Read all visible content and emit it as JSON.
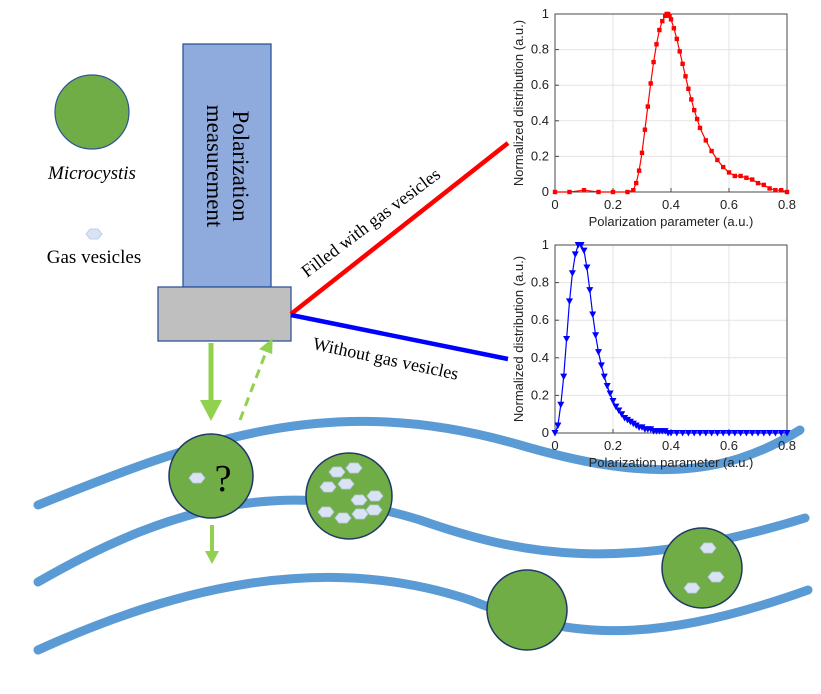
{
  "legend": {
    "microcystis_label": "Microcystis",
    "gas_vesicles_label": "Gas vesicles"
  },
  "instrument": {
    "title_line1": "Polarization",
    "title_line2": "measurement"
  },
  "branches": {
    "filled_label": "Filled with gas vesicles",
    "without_label": "Without gas vesicles"
  },
  "unknown_cell": {
    "symbol": "?"
  },
  "colors": {
    "cell_green": "#70ad47",
    "channel_blue": "#5b9bd5",
    "instrument_blue": "#8faadc",
    "sensor_gray": "#bfbfbf",
    "arrow_green": "#92d050",
    "filled_line": "#ff0000",
    "without_line": "#0000ff",
    "vesicle_fill": "#dae3f3"
  },
  "chart_data": [
    {
      "type": "line",
      "title": "",
      "xlabel": "Polarization parameter  (a.u.)",
      "ylabel": "Normalized distribution (a.u.)",
      "xlim": [
        0,
        0.8
      ],
      "ylim": [
        0,
        1
      ],
      "xticks": [
        "0",
        "0.2",
        "0.4",
        "0.6",
        "0.8"
      ],
      "yticks": [
        "0",
        "0.2",
        "0.4",
        "0.6",
        "0.8",
        "1"
      ],
      "grid": true,
      "marker": "square",
      "color": "#ff0000",
      "x": [
        0.0,
        0.05,
        0.1,
        0.15,
        0.2,
        0.25,
        0.27,
        0.28,
        0.29,
        0.3,
        0.31,
        0.32,
        0.33,
        0.34,
        0.35,
        0.36,
        0.37,
        0.38,
        0.385,
        0.39,
        0.395,
        0.4,
        0.41,
        0.42,
        0.43,
        0.44,
        0.45,
        0.46,
        0.47,
        0.48,
        0.49,
        0.5,
        0.52,
        0.54,
        0.56,
        0.58,
        0.6,
        0.62,
        0.64,
        0.66,
        0.68,
        0.7,
        0.72,
        0.74,
        0.76,
        0.78,
        0.8
      ],
      "y": [
        0.0,
        0.0,
        0.01,
        0.0,
        0.0,
        0.0,
        0.01,
        0.05,
        0.12,
        0.22,
        0.35,
        0.48,
        0.61,
        0.73,
        0.83,
        0.91,
        0.96,
        0.99,
        1.0,
        1.0,
        0.99,
        0.97,
        0.92,
        0.86,
        0.79,
        0.72,
        0.65,
        0.58,
        0.52,
        0.46,
        0.41,
        0.36,
        0.29,
        0.23,
        0.18,
        0.14,
        0.11,
        0.09,
        0.09,
        0.08,
        0.07,
        0.05,
        0.04,
        0.02,
        0.01,
        0.01,
        0.0
      ]
    },
    {
      "type": "line",
      "title": "",
      "xlabel": "Polarization parameter  (a.u.)",
      "ylabel": "Normalized distribution (a.u.)",
      "xlim": [
        0,
        0.8
      ],
      "ylim": [
        0,
        1
      ],
      "xticks": [
        "0",
        "0.2",
        "0.4",
        "0.6",
        "0.8"
      ],
      "yticks": [
        "0",
        "0.2",
        "0.4",
        "0.6",
        "0.8",
        "1"
      ],
      "grid": true,
      "marker": "triangle-down",
      "color": "#0000ff",
      "x": [
        0.0,
        0.01,
        0.02,
        0.03,
        0.04,
        0.05,
        0.06,
        0.07,
        0.08,
        0.09,
        0.1,
        0.11,
        0.12,
        0.13,
        0.14,
        0.15,
        0.16,
        0.17,
        0.18,
        0.19,
        0.2,
        0.21,
        0.22,
        0.23,
        0.24,
        0.25,
        0.26,
        0.27,
        0.28,
        0.29,
        0.3,
        0.31,
        0.32,
        0.33,
        0.34,
        0.35,
        0.36,
        0.37,
        0.38,
        0.39,
        0.4,
        0.42,
        0.44,
        0.46,
        0.48,
        0.5,
        0.52,
        0.54,
        0.56,
        0.58,
        0.6,
        0.62,
        0.64,
        0.66,
        0.68,
        0.7,
        0.72,
        0.74,
        0.76,
        0.78,
        0.8
      ],
      "y": [
        0.0,
        0.04,
        0.15,
        0.3,
        0.5,
        0.7,
        0.85,
        0.95,
        1.0,
        1.0,
        0.97,
        0.88,
        0.76,
        0.63,
        0.52,
        0.43,
        0.36,
        0.3,
        0.25,
        0.21,
        0.17,
        0.14,
        0.12,
        0.1,
        0.08,
        0.07,
        0.06,
        0.05,
        0.04,
        0.03,
        0.03,
        0.02,
        0.02,
        0.02,
        0.01,
        0.01,
        0.01,
        0.01,
        0.01,
        0.0,
        0.0,
        0.0,
        0.0,
        0.0,
        0.0,
        0.0,
        0.0,
        0.0,
        0.0,
        0.0,
        0.0,
        0.0,
        0.0,
        0.0,
        0.0,
        0.0,
        0.0,
        0.0,
        0.0,
        0.0,
        0.0
      ]
    }
  ]
}
